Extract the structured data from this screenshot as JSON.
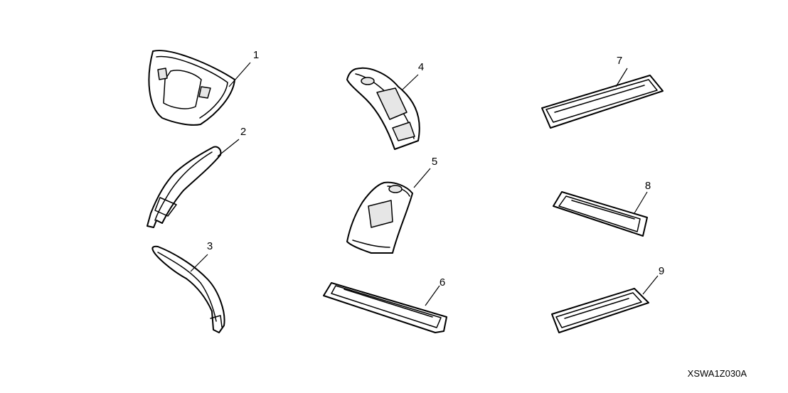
{
  "diagram": {
    "callouts": [
      "1",
      "2",
      "3",
      "4",
      "5",
      "6",
      "7",
      "8",
      "9"
    ],
    "diagram_code": "XSWA1Z030A"
  }
}
